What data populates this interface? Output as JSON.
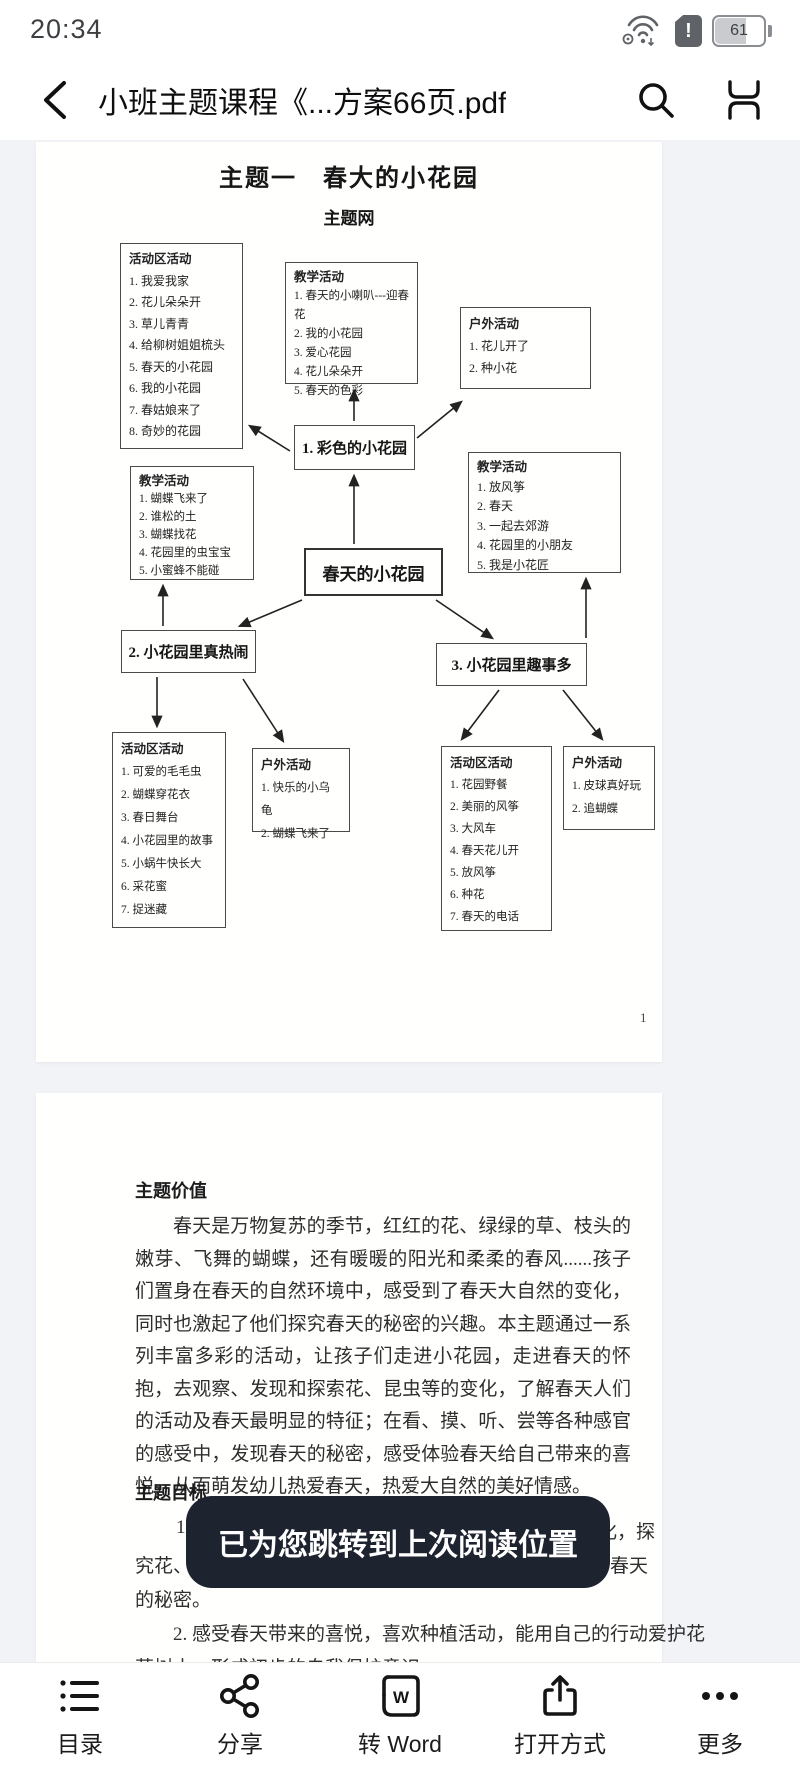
{
  "status_bar": {
    "time": "20:34",
    "battery_percent": "61",
    "icons": [
      "wifi-icon",
      "sim-alert-icon",
      "battery-icon"
    ]
  },
  "nav_bar": {
    "title": "小班主题课程《...方案66页.pdf",
    "icons": [
      "back-icon",
      "search-icon",
      "reader-mode-icon"
    ]
  },
  "colors": {
    "toast_bg": "#1e2330",
    "pdf_bg": "#f2f3f7",
    "ink": "#1a1a1a"
  },
  "page1": {
    "title": "主题一　春大的小花园",
    "subtitle": "主题网",
    "page_number": "1",
    "center_node": "春天的小花园",
    "node1": "1. 彩色的小花园",
    "node2": "2. 小花园里真热闹",
    "node3": "3. 小花园里趣事多",
    "box_a": {
      "header": "活动区活动",
      "items": [
        "1. 我爱我家",
        "2. 花儿朵朵开",
        "3. 草儿青青",
        "4. 给柳树姐姐梳头",
        "5. 春天的小花园",
        "6. 我的小花园",
        "7. 春姑娘来了",
        "8. 奇妙的花园"
      ]
    },
    "box_b": {
      "header": "教学活动",
      "items": [
        "1. 春天的小喇叭---迎春花",
        "2. 我的小花园",
        "3. 爱心花园",
        "4. 花儿朵朵开",
        "5. 春天的色彩"
      ]
    },
    "box_c": {
      "header": "户外活动",
      "items": [
        "1. 花儿开了",
        "2. 种小花"
      ]
    },
    "box_d": {
      "header": "教学活动",
      "items": [
        "1. 放风筝",
        "2. 春天",
        "3. 一起去郊游",
        "4. 花园里的小朋友",
        "5. 我是小花匠"
      ]
    },
    "box_e": {
      "header": "教学活动",
      "items": [
        "1. 蝴蝶飞来了",
        "2. 谁松的土",
        "3. 蝴蝶找花",
        "4. 花园里的虫宝宝",
        "5. 小蜜蜂不能碰"
      ]
    },
    "box_f": {
      "header": "活动区活动",
      "items": [
        "1. 可爱的毛毛虫",
        "2. 蝴蝶穿花衣",
        "3. 春日舞台",
        "4. 小花园里的故事",
        "5. 小蜗牛快长大",
        "6. 采花蜜",
        "7. 捉迷藏"
      ]
    },
    "box_g": {
      "header": "户外活动",
      "items": [
        "1. 快乐的小乌龟",
        "2. 蝴蝶飞来了"
      ]
    },
    "box_h": {
      "header": "活动区活动",
      "items": [
        "1. 花园野餐",
        "2. 美丽的风筝",
        "3. 大风车",
        "4. 春天花儿开",
        "5. 放风筝",
        "6. 种花",
        "7. 春天的电话"
      ]
    },
    "box_i": {
      "header": "户外活动",
      "items": [
        "1. 皮球真好玩",
        "2. 追蝴蝶"
      ]
    }
  },
  "page2": {
    "heading1": "主题价值",
    "paragraph1": "春天是万物复苏的季节，红红的花、绿绿的草、枝头的嫩芽、飞舞的蝴蝶，还有暖暖的阳光和柔柔的春风......孩子们置身在春天的自然环境中，感受到了春天大自然的变化，同时也激起了他们探究春天的秘密的兴趣。本主题通过一系列丰富多彩的活动，让孩子们走进小花园，走进春天的怀抱，去观察、发现和探索花、昆虫等的变化，了解春天人们的活动及春天最明显的特征；在看、摸、听、尝等各种感官的感受中，发现春天的秘密，感受体验春天给自己带来的喜悦，从而萌发幼儿热爱春天，热爱大自然的美好情感。",
    "heading2": "主题目标",
    "goal1_frag_start": "1.",
    "goal1_frag_end": "化，探",
    "goal1_frag2_start": "究花、",
    "goal1_frag2_end": "春天",
    "goal1_line3": "的秘密。",
    "goal2_line1": "2. 感受春天带来的喜悦，喜欢种植活动，能用自己的行动爱护花",
    "goal2_line2": "草树木，形成初步的自我保护意识。"
  },
  "toast": {
    "message": "已为您跳转到上次阅读位置"
  },
  "toolbar": {
    "items": [
      {
        "label": "目录",
        "icon": "toc-icon"
      },
      {
        "label": "分享",
        "icon": "share-icon"
      },
      {
        "label": "转 Word",
        "icon": "to-word-icon"
      },
      {
        "label": "打开方式",
        "icon": "open-with-icon"
      },
      {
        "label": "更多",
        "icon": "more-icon"
      }
    ]
  }
}
